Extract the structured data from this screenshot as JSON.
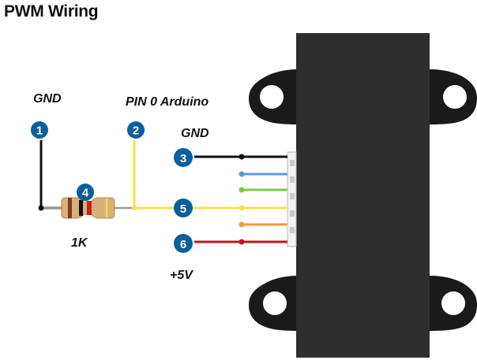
{
  "title": "PWM Wiring",
  "labels": {
    "gnd_top": "GND",
    "pin0": "PIN 0 Arduino",
    "gnd_connector": "GND",
    "resistor_value": "1K",
    "plus5v": "+5V"
  },
  "callouts": [
    "1",
    "2",
    "3",
    "4",
    "5",
    "6"
  ],
  "colors": {
    "badge": "#0a5f9e",
    "wire_black": "#111111",
    "wire_blue": "#5b9bd5",
    "wire_green": "#7ac943",
    "wire_yellow": "#f3e34a",
    "wire_orange": "#f39a3b",
    "wire_red": "#c0151f",
    "module_body": "#2e2e2e",
    "module_tabs": "#1a1a1a"
  }
}
